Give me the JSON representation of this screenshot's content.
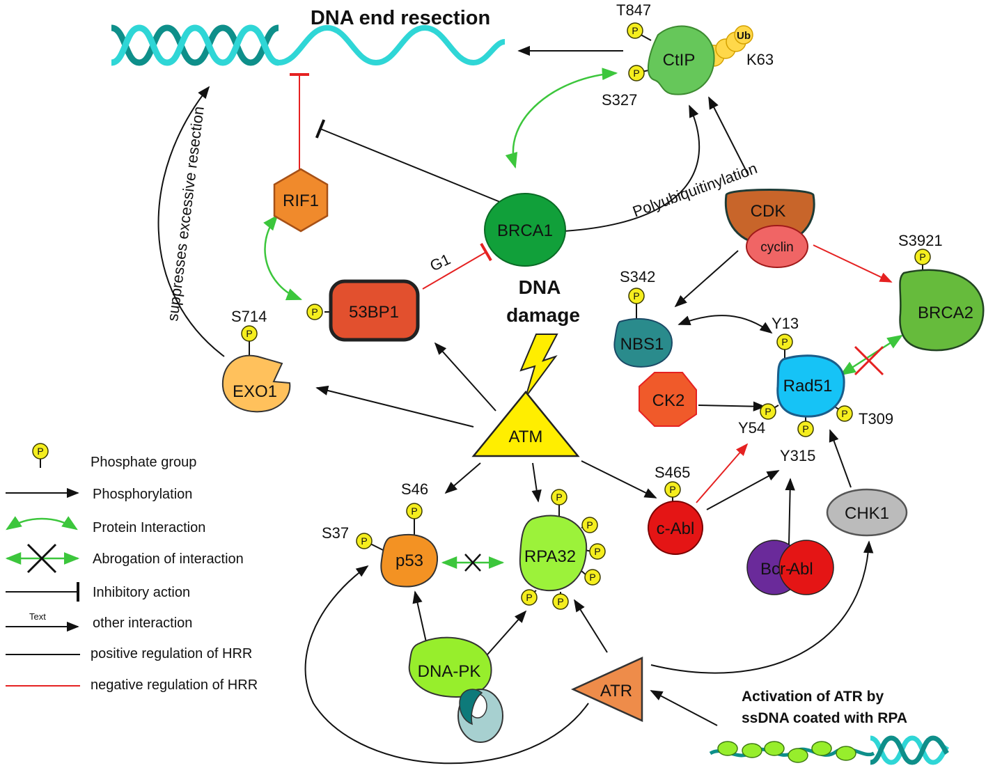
{
  "title": "DNA end resection",
  "damage_label": [
    "DNA",
    "damage"
  ],
  "nodes": {
    "ctip": "CtIP",
    "ub": "Ub",
    "brca1": "BRCA1",
    "rif1": "RIF1",
    "bp53": "53BP1",
    "exo1": "EXO1",
    "atm": "ATM",
    "cdk": "CDK",
    "cyclin": "cyclin",
    "nbs1": "NBS1",
    "brca2": "BRCA2",
    "rad51": "Rad51",
    "ck2": "CK2",
    "p53": "p53",
    "rpa32": "RPA32",
    "cabl": "c-Abl",
    "chk1": "CHK1",
    "bcr": "Bcr-",
    "abl": "Abl",
    "dnapk": "DNA-PK",
    "atr": "ATR"
  },
  "sites": {
    "t847": "T847",
    "k63": "K63",
    "s327": "S327",
    "s714": "S714",
    "s342": "S342",
    "s3921": "S3921",
    "y13": "Y13",
    "y54": "Y54",
    "t309": "T309",
    "y315": "Y315",
    "s465": "S465",
    "s46": "S46",
    "s37": "S37"
  },
  "phospho": "P",
  "edge_labels": {
    "polyubiquitinylation": "Polyubiquitinylation",
    "suppresses": "suppresses excessive resection",
    "g1": "G1"
  },
  "atr_activation": [
    "Activation of ATR by",
    "ssDNA coated with RPA"
  ],
  "legend": {
    "phosphate": "Phosphate group",
    "phosphorylation": "Phosphorylation",
    "interaction": "Protein Interaction",
    "abrogation": "Abrogation of interaction",
    "inhibitory": "Inhibitory action",
    "text_small": "Text",
    "other": "other interaction",
    "positive": "positive regulation of HRR",
    "negative": "negative regulation of HRR"
  },
  "colors": {
    "dna_dark": "#0e8f8a",
    "dna_light": "#2fd6d6",
    "ctip": "#66c75a",
    "brca1": "#11a03a",
    "rif1": "#f08a2c",
    "bp53": "#e2502e",
    "exo1": "#ffc15c",
    "atm": "#ffee00",
    "cdk": "#c8652a",
    "cyclin": "#f06565",
    "nbs1": "#2a8b8c",
    "brca2": "#66bb3c",
    "rad51": "#16c3f6",
    "ck2": "#f05a2a",
    "p53": "#f39223",
    "rpa32": "#9cf23a",
    "cabl": "#e41515",
    "chk1": "#bbbbbb",
    "bcr": "#6a2a9a",
    "atr": "#ee8c4a",
    "dnapk": "#97ee2c",
    "phospho": "#f5ee1e",
    "green_arrow": "#3cc63c",
    "red_line": "#e52121"
  }
}
